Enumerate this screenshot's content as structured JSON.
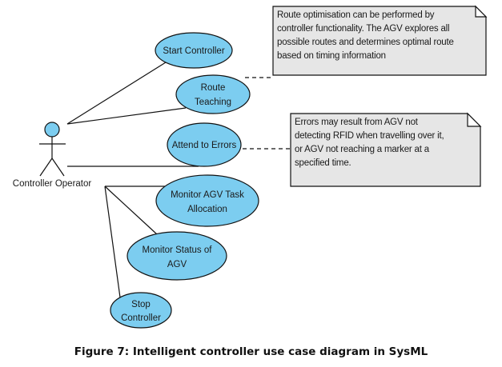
{
  "diagram": {
    "type": "use-case",
    "notation": "SysML",
    "colors": {
      "use_case_fill": "#7ccdf0",
      "actor_head_fill": "#7ccdf0",
      "note_fill": "#e6e6e6",
      "line": "#111111"
    },
    "actor": {
      "name": "Controller Operator"
    },
    "use_cases": [
      {
        "id": "start-controller",
        "lines": [
          "Start Controller"
        ]
      },
      {
        "id": "route-teaching",
        "lines": [
          "Route",
          "Teaching"
        ]
      },
      {
        "id": "attend-to-errors",
        "lines": [
          "Attend to Errors"
        ]
      },
      {
        "id": "monitor-agv-task-allocation",
        "lines": [
          "Monitor AGV Task",
          "Allocation"
        ]
      },
      {
        "id": "monitor-status-of-agv",
        "lines": [
          "Monitor Status of",
          "AGV"
        ]
      },
      {
        "id": "stop-controller",
        "lines": [
          "Stop",
          "Controller"
        ]
      }
    ],
    "notes": [
      {
        "id": "route-optimisation-note",
        "attached_to": "route-teaching",
        "lines": [
          "Route optimisation can be performed by",
          "controller functionality. The AGV explores all",
          "possible routes and determines optimal route",
          "based on timing information"
        ]
      },
      {
        "id": "errors-note",
        "attached_to": "attend-to-errors",
        "lines": [
          "Errors may result from AGV not",
          "detecting RFID when travelling over it,",
          "or AGV not reaching a marker at a",
          "specified time."
        ]
      }
    ]
  },
  "caption": "Figure 7: Intelligent controller use case diagram in SysML"
}
